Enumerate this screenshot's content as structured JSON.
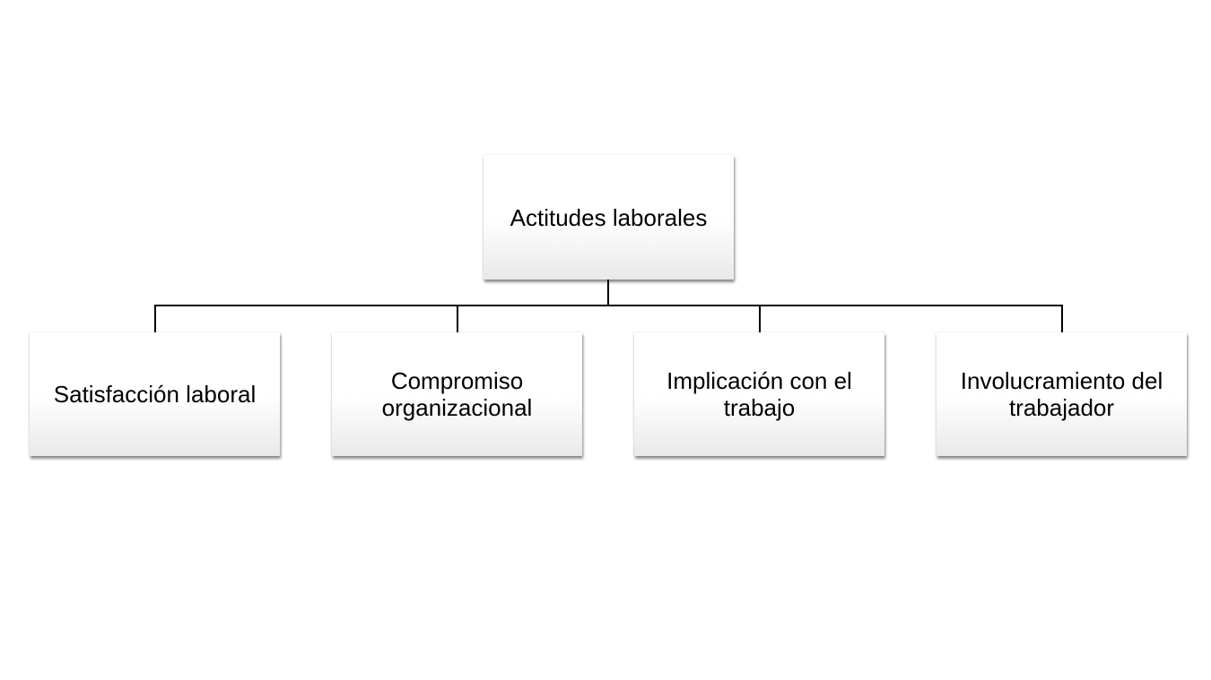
{
  "diagram": {
    "type": "org-chart",
    "root": {
      "label": "Actitudes laborales"
    },
    "children": [
      {
        "label": "Satisfacción laboral"
      },
      {
        "label": "Compromiso organizacional"
      },
      {
        "label": "Implicación con el trabajo"
      },
      {
        "label": "Involucramiento del trabajador"
      }
    ],
    "colors": {
      "box_fill_top": "#ffffff",
      "box_fill_bottom": "#e9e9e9",
      "connector": "#000000",
      "text": "#000000",
      "background": "#ffffff"
    }
  }
}
